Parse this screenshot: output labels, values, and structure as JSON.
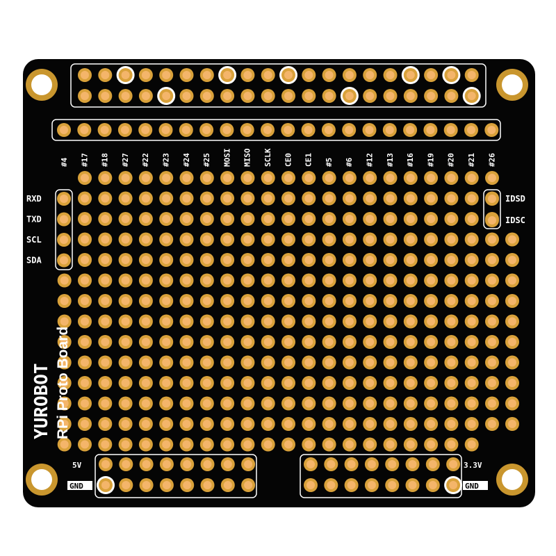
{
  "board": {
    "brand": "YUROBOT",
    "title": "RPi Proto Board",
    "gpio_labels": [
      "#4",
      "#17",
      "#18",
      "#27",
      "#22",
      "#23",
      "#24",
      "#25",
      "MOSI",
      "MISO",
      "SCLK",
      "CE0",
      "CE1",
      "#5",
      "#6",
      "#12",
      "#13",
      "#16",
      "#19",
      "#20",
      "#21",
      "#26"
    ],
    "left_labels": [
      "RXD",
      "TXD",
      "SCL",
      "SDA"
    ],
    "right_labels": [
      "IDSD",
      "IDSC"
    ],
    "power_left": {
      "top": "5V",
      "bottom": "GND"
    },
    "power_right": {
      "top": "3.3V",
      "bottom": "GND"
    },
    "colors": {
      "board": "#050505",
      "gold": "#d9a13a",
      "pad_center": "#f4b56a",
      "silk": "#ffffff"
    }
  }
}
